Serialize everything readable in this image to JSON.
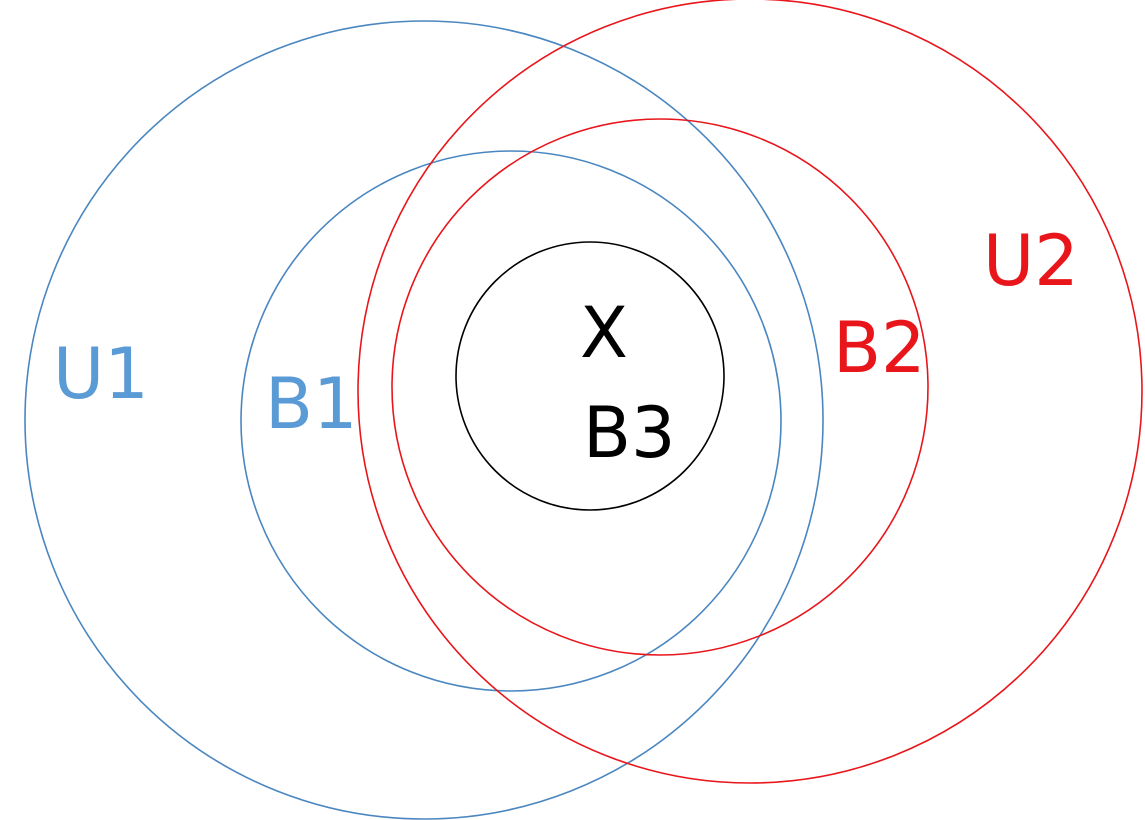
{
  "colors": {
    "blue": "#4a86c0",
    "blue_text": "#5b9bd5",
    "red": "#e8161b",
    "black": "#000000"
  },
  "labels": {
    "u1": "U1",
    "b1": "B1",
    "u2": "U2",
    "b2": "B2",
    "x": "X",
    "b3": "B3"
  }
}
